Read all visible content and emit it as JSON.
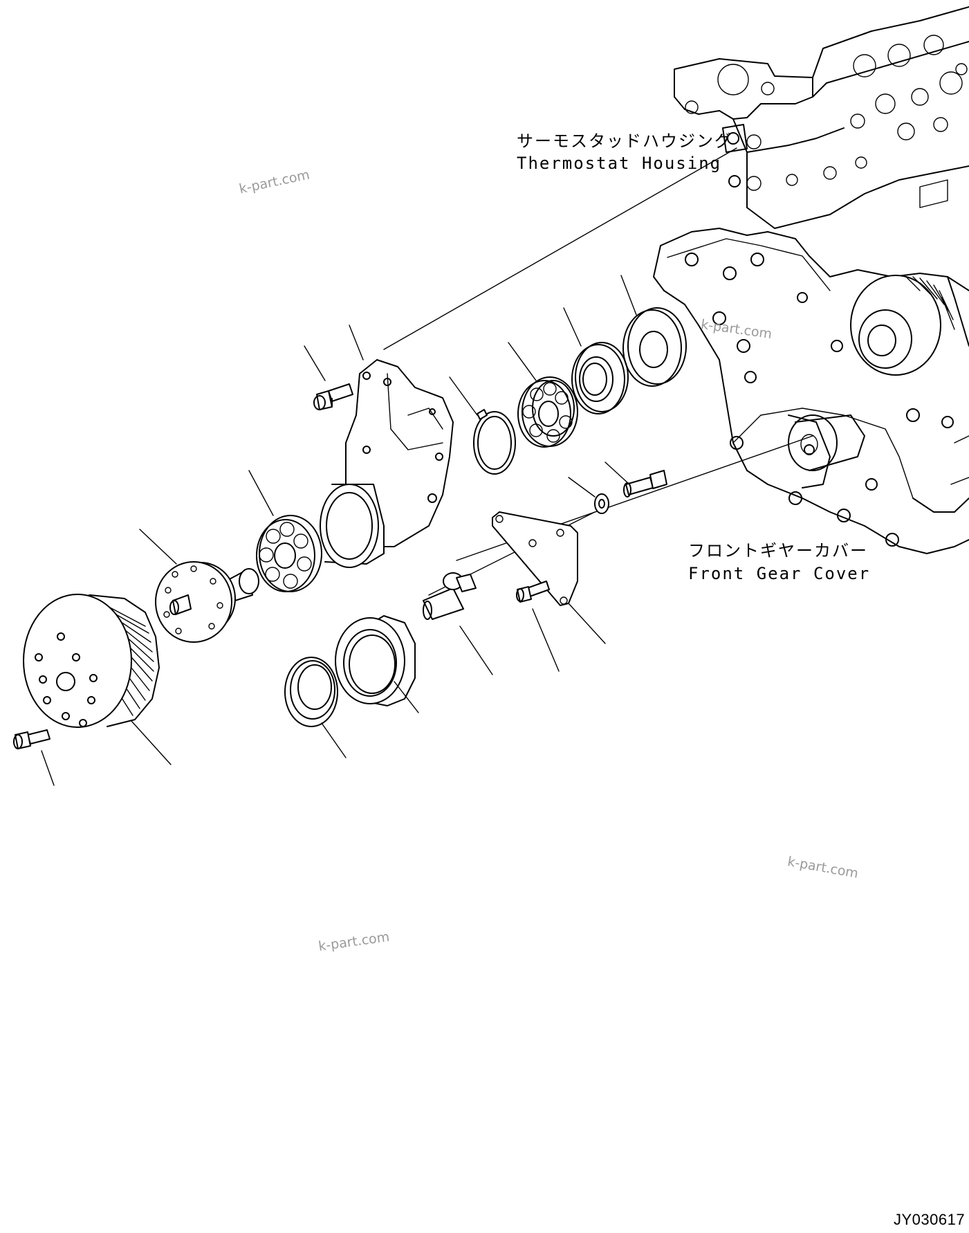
{
  "labels": {
    "thermostat_housing": {
      "jp": "サーモスタッドハウジング",
      "en": "Thermostat Housing"
    },
    "front_gear_cover": {
      "jp": "フロントギヤーカバー",
      "en": "Front Gear Cover"
    }
  },
  "watermarks": [
    "k-part.com",
    "k-part.com",
    "k-part.com",
    "k-part.com"
  ],
  "drawing_code": "JY030617"
}
